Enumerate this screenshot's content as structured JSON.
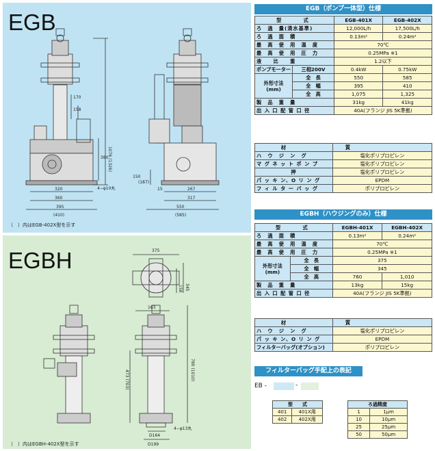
{
  "egb": {
    "title": "EGB",
    "note": "（　）内はEGB-402X型を示す",
    "dims": {
      "d1076": "1076 (1326)",
      "d170": "170",
      "d158": "158",
      "d380": "380",
      "d320": "320",
      "d360": "360",
      "d4": "4−φ10丸",
      "d395": "395",
      "d410": "(410)",
      "d150": "150",
      "d187": "(187)",
      "d15": "15",
      "d267": "267",
      "d317": "317",
      "d550": "550",
      "d585": "(585)"
    }
  },
  "egbh": {
    "title": "EGBH",
    "note": "（　）内はEGBH-402X型を示す",
    "dims": {
      "d375": "375",
      "d345": "345",
      "d158": "158",
      "d163": "163",
      "d780": "780 (1010)",
      "d473": "473 (703)",
      "d4": "4−φ13丸",
      "d164": "D164",
      "d199": "D199"
    }
  },
  "egb_spec": {
    "header": "EGB（ポンプ一体型）仕様",
    "model_label": "型　　式",
    "model_a": "EGB-401X",
    "model_b": "EGB-402X",
    "rows": [
      {
        "label": "ろ　過　量(清水基準)",
        "a": "12,000L/h",
        "b": "17,500L/h"
      },
      {
        "label": "ろ　過　面　積",
        "a": "0.13m²",
        "b": "0.24m²"
      },
      {
        "label": "最　高　使　用　温　度",
        "span": "70℃"
      },
      {
        "label": "最　高　使　用　圧　力",
        "span": "0.25MPa ※1"
      },
      {
        "label": "液　　比　　重",
        "span": "1.2以下"
      },
      {
        "label": "ポンプモーター",
        "sub": "三相200V",
        "a": "0.4kW",
        "b": "0.75kW"
      }
    ],
    "dim_group": "外形寸法\n(mm)",
    "dim_rows": [
      {
        "label": "全　長",
        "a": "550",
        "b": "585"
      },
      {
        "label": "全　幅",
        "a": "395",
        "b": "410"
      },
      {
        "label": "全　高",
        "a": "1,075",
        "b": "1,325"
      }
    ],
    "weight_label": "製　品　重　量",
    "weight_a": "31kg",
    "weight_b": "41kg",
    "port_label": "出 入 口 配 管 口 径",
    "port_value": "40A(フランジ JIS 5K準拠)"
  },
  "egb_mat": {
    "h1": "材",
    "h2": "質",
    "rows": [
      {
        "label": "ハ　ウ　ジ　ン　グ",
        "value": "塩化ポリプロピレン"
      },
      {
        "label": "マ グ ネ ッ ト ポ ン プ",
        "value": "塩化ポリプロピレン"
      },
      {
        "label": "押",
        "value": "塩化ポリプロピレン"
      },
      {
        "label": "パ ッ キ ン、O リ ン グ",
        "value": "EPDM"
      },
      {
        "label": "フ ィ ル タ ー バ ッ グ",
        "value": "ポリプロピレン"
      }
    ]
  },
  "egbh_spec": {
    "header": "EGBH（ハウジングのみ）仕様",
    "model_label": "型　　式",
    "model_a": "EGBH-401X",
    "model_b": "EGBH-402X",
    "rows": [
      {
        "label": "ろ　過　面　積",
        "a": "0.13m²",
        "b": "0.24m²"
      },
      {
        "label": "最　高　使　用　温　度",
        "span": "70℃"
      },
      {
        "label": "最　高　使　用　圧　力",
        "span": "0.25MPa ※1"
      }
    ],
    "dim_group": "外形寸法\n(mm)",
    "dim_rows": [
      {
        "label": "全　長",
        "span": "375"
      },
      {
        "label": "全　幅",
        "span": "345"
      },
      {
        "label": "全　高",
        "a": "760",
        "b": "1,010"
      }
    ],
    "weight_label": "製　品　重　量",
    "weight_a": "13kg",
    "weight_b": "15kg",
    "port_label": "出 入 口 配 管 口 径",
    "port_value": "40A(フランジ JIS 5K準拠)"
  },
  "egbh_mat": {
    "h1": "材",
    "h2": "質",
    "rows": [
      {
        "label": "ハ　ウ　ジ　ン　グ",
        "value": "塩化ポリプロピレン"
      },
      {
        "label": "パ ッ キ ン、O リ ン グ",
        "value": "EPDM"
      },
      {
        "label": "フィルターバッグ(オプション)",
        "value": "ポリプロピレン"
      }
    ]
  },
  "code": {
    "header": "フィルターバッグ手配上の表記",
    "prefix": "EB -",
    "dash": "-",
    "model_table": {
      "h": "型　　式",
      "rows": [
        {
          "code": "401",
          "desc": "401X用"
        },
        {
          "code": "402",
          "desc": "402X用"
        }
      ]
    },
    "precision_table": {
      "h": "ろ過精度",
      "rows": [
        {
          "code": "1",
          "desc": "1μm"
        },
        {
          "code": "10",
          "desc": "10μm"
        },
        {
          "code": "25",
          "desc": "25μm"
        },
        {
          "code": "50",
          "desc": "50μm"
        }
      ]
    }
  }
}
